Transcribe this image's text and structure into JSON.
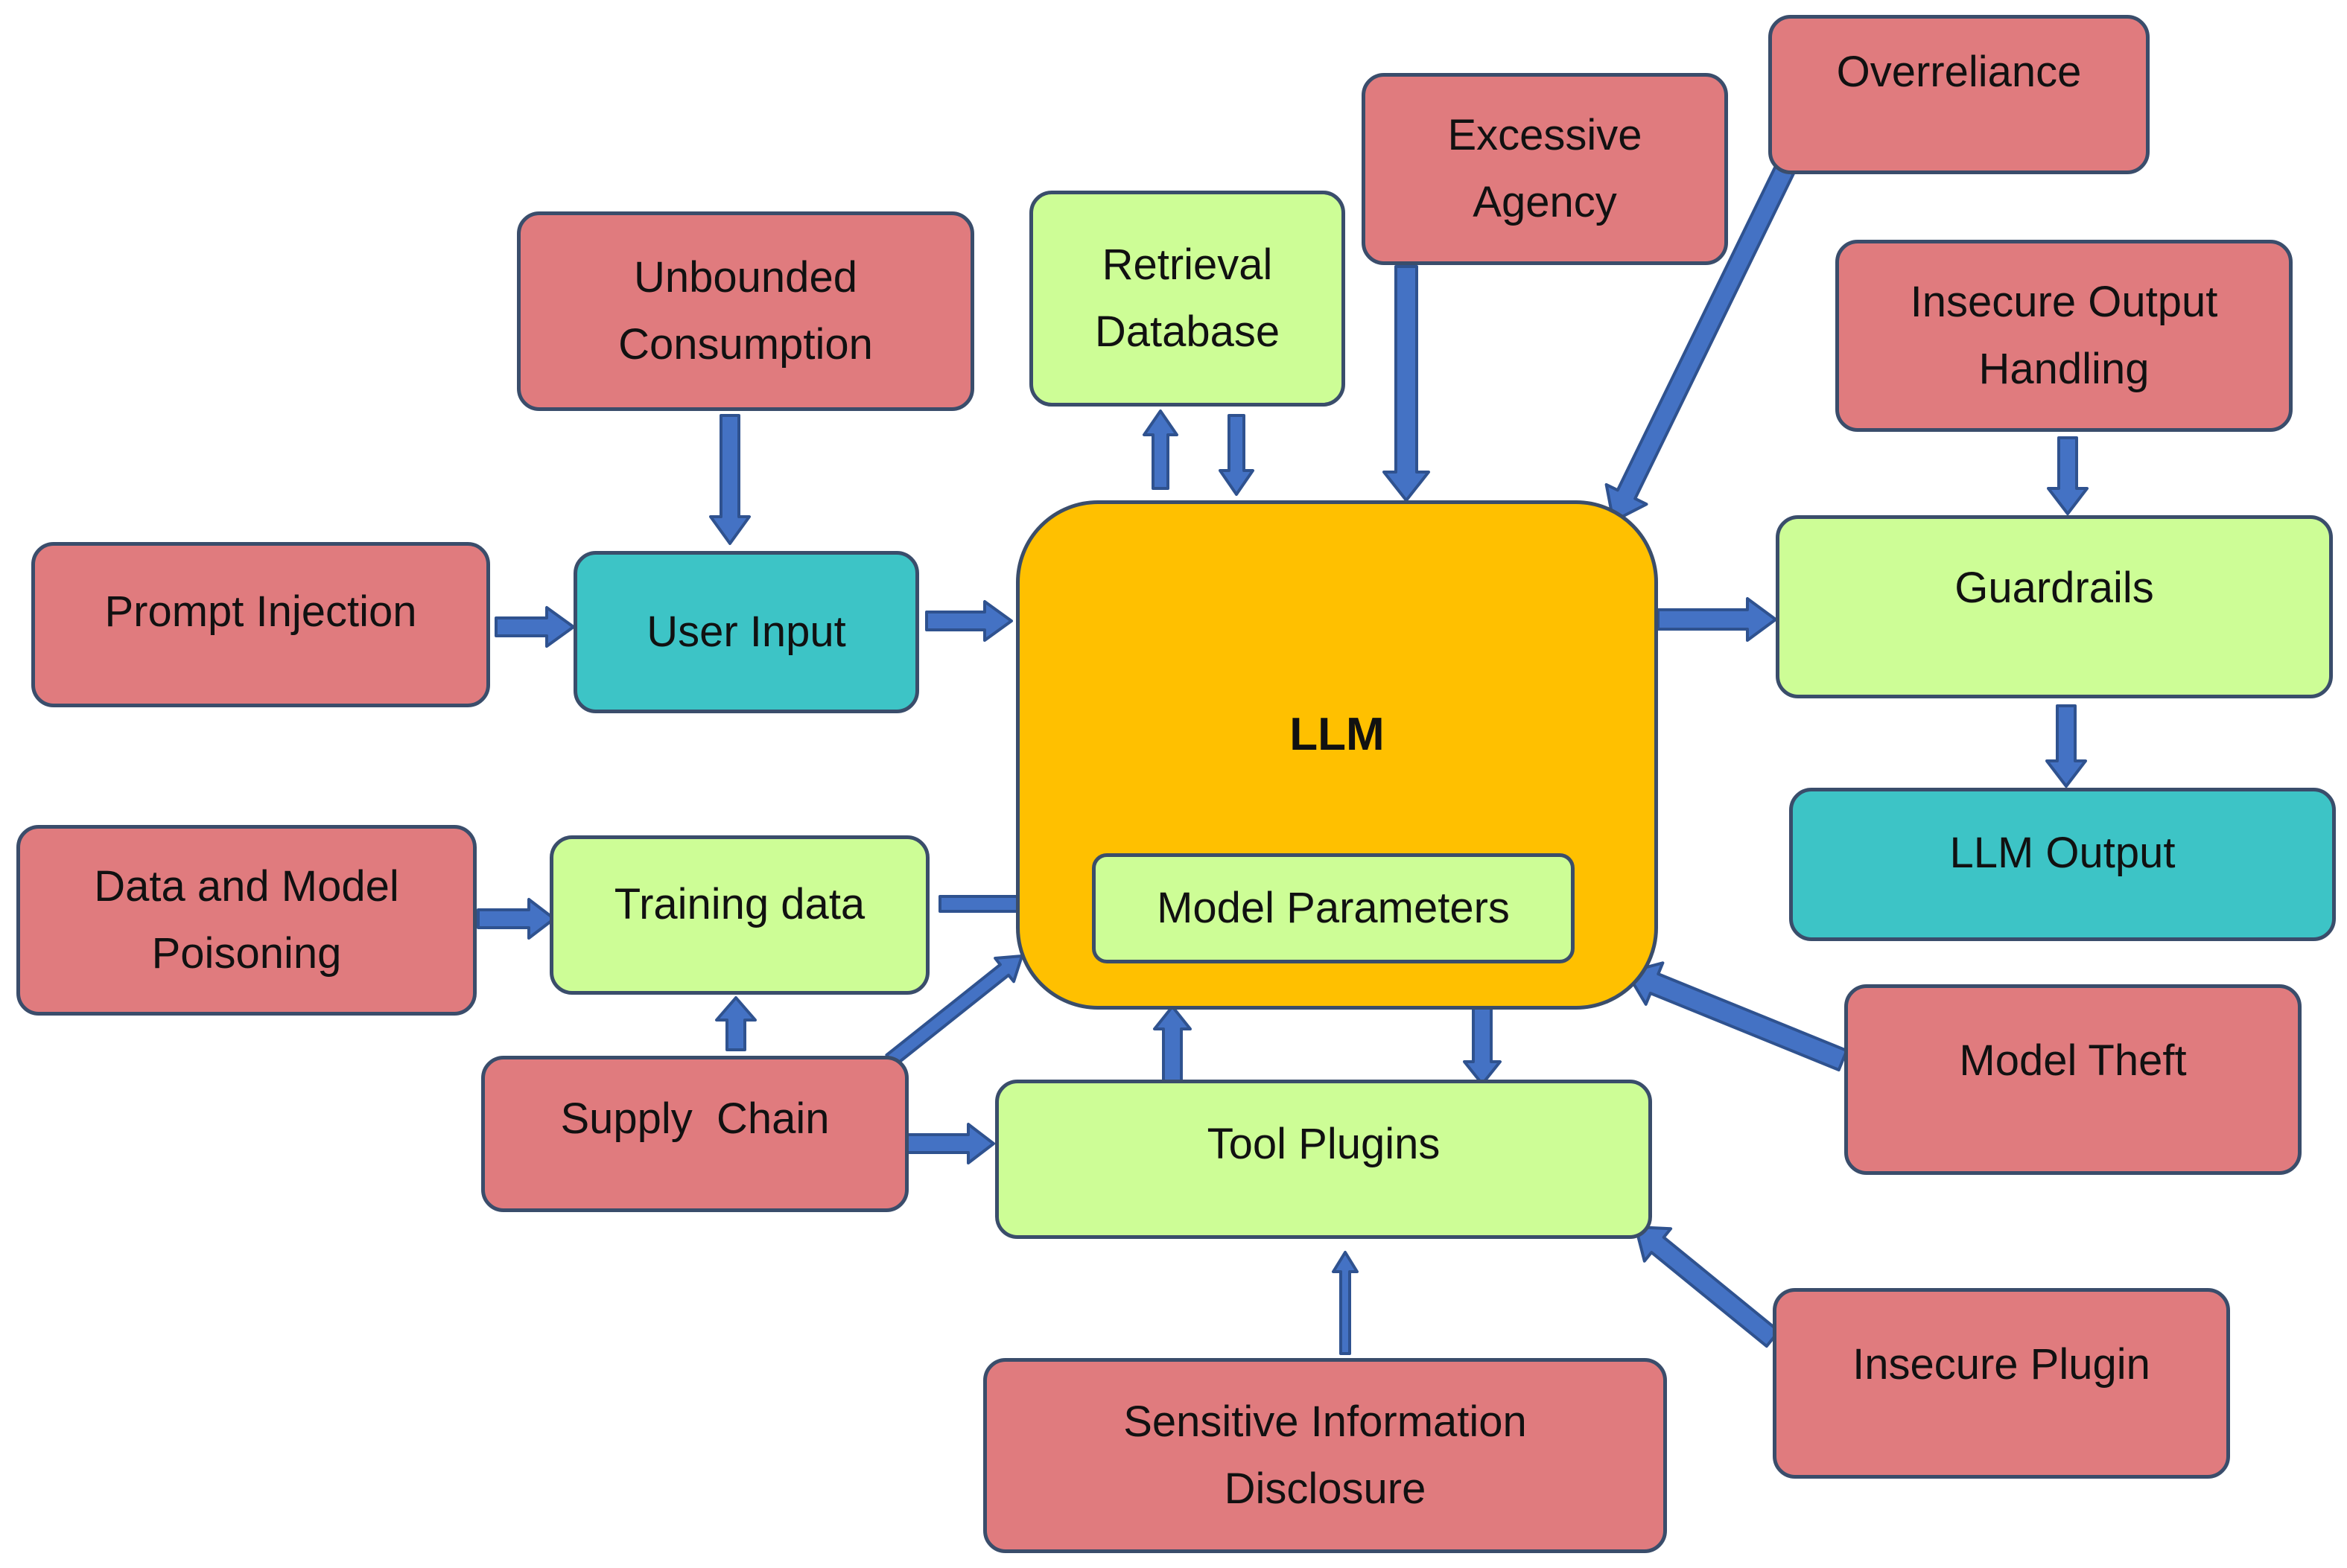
{
  "colors": {
    "risk": "#e07b7e",
    "component": "#cdfd96",
    "io": "#3dc4c6",
    "core": "#ffc000",
    "border": "#3a4d6b",
    "arrow_fill": "#4472c4",
    "arrow_stroke": "#2f528f"
  },
  "nodes": {
    "llm": {
      "label": "LLM"
    },
    "model_parameters": {
      "label": "Model Parameters"
    },
    "user_input": {
      "label": "User Input"
    },
    "training_data": {
      "label": "Training data"
    },
    "retrieval_database": {
      "line1": "Retrieval",
      "line2": "Database"
    },
    "tool_plugins": {
      "label": "Tool Plugins"
    },
    "guardrails": {
      "label": "Guardrails"
    },
    "llm_output": {
      "label": "LLM Output"
    },
    "prompt_injection": {
      "label": "Prompt Injection"
    },
    "unbounded_consumption": {
      "line1": "Unbounded",
      "line2": "Consumption"
    },
    "data_model_poisoning": {
      "line1": "Data and Model",
      "line2": "Poisoning"
    },
    "supply_chain": {
      "label": "Supply  Chain"
    },
    "excessive_agency": {
      "line1": "Excessive",
      "line2": "Agency"
    },
    "overreliance": {
      "label": "Overreliance"
    },
    "insecure_output_handling": {
      "line1": "Insecure Output",
      "line2": "Handling"
    },
    "model_theft": {
      "label": "Model Theft"
    },
    "insecure_plugin": {
      "label": "Insecure Plugin"
    },
    "sensitive_information_disclosure": {
      "line1": "Sensitive Information",
      "line2": "Disclosure"
    }
  },
  "edges": [
    {
      "from": "prompt_injection",
      "to": "user_input"
    },
    {
      "from": "unbounded_consumption",
      "to": "user_input"
    },
    {
      "from": "user_input",
      "to": "llm"
    },
    {
      "from": "llm",
      "to": "retrieval_database"
    },
    {
      "from": "retrieval_database",
      "to": "llm"
    },
    {
      "from": "excessive_agency",
      "to": "llm"
    },
    {
      "from": "overreliance",
      "to": "llm"
    },
    {
      "from": "llm",
      "to": "guardrails"
    },
    {
      "from": "insecure_output_handling",
      "to": "guardrails"
    },
    {
      "from": "guardrails",
      "to": "llm_output"
    },
    {
      "from": "data_model_poisoning",
      "to": "training_data"
    },
    {
      "from": "training_data",
      "to": "model_parameters"
    },
    {
      "from": "supply_chain",
      "to": "training_data"
    },
    {
      "from": "supply_chain",
      "to": "llm"
    },
    {
      "from": "supply_chain",
      "to": "tool_plugins"
    },
    {
      "from": "tool_plugins",
      "to": "llm"
    },
    {
      "from": "llm",
      "to": "tool_plugins"
    },
    {
      "from": "model_theft",
      "to": "llm"
    },
    {
      "from": "insecure_plugin",
      "to": "tool_plugins"
    },
    {
      "from": "sensitive_information_disclosure",
      "to": "tool_plugins"
    }
  ]
}
